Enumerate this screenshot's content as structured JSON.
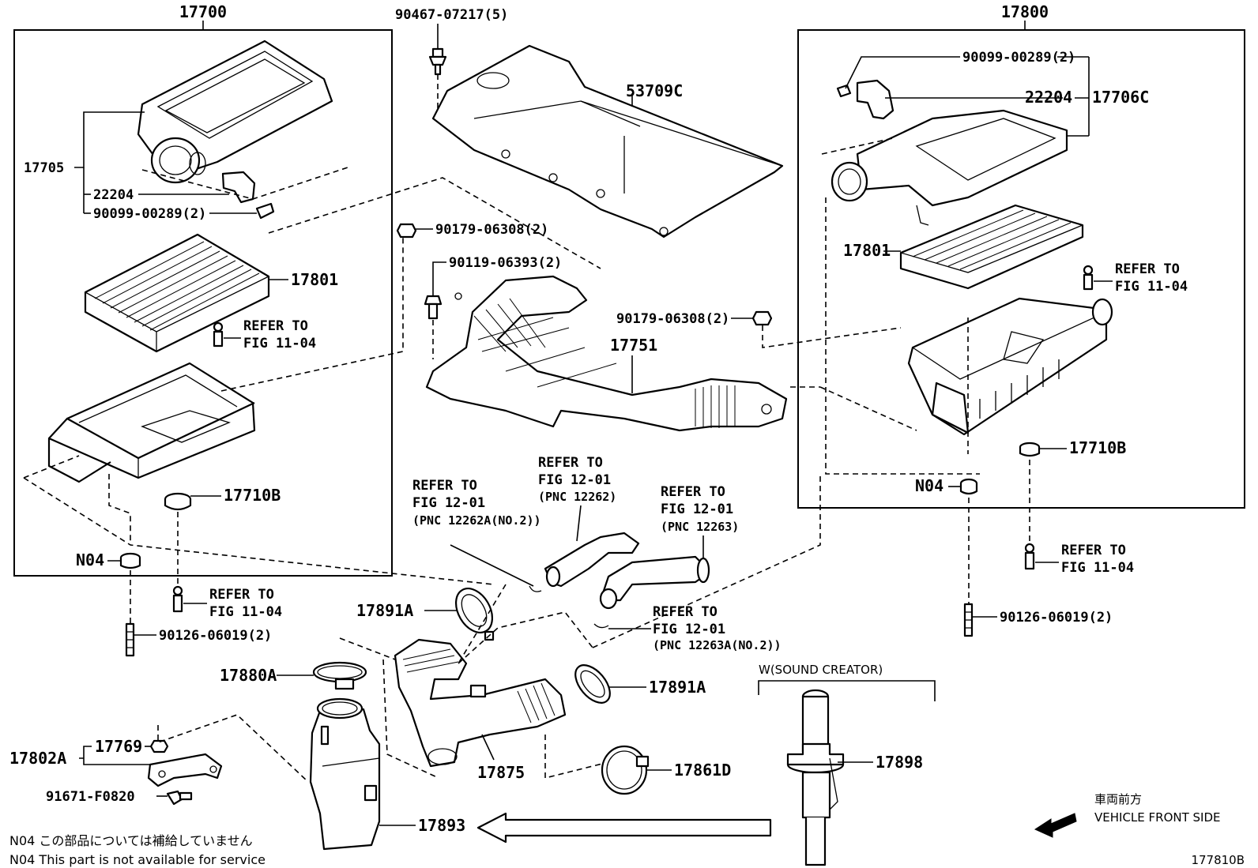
{
  "groups": {
    "left_assy": "17700",
    "right_assy": "17800"
  },
  "left": {
    "cover": "17705",
    "sensor": "22204",
    "screw": "90099-00289(2)",
    "element": "17801",
    "refer1": [
      "REFER TO",
      "FIG 11-04"
    ],
    "grommet": "17710B",
    "n04": "N04",
    "refer2": [
      "REFER TO",
      "FIG 11-04"
    ],
    "stud": "90126-06019(2)"
  },
  "center": {
    "clip_top": "90467-07217(5)",
    "cover_part": "53709C",
    "nut1": "90179-06308(2)",
    "bolt": "90119-06393(2)",
    "nut2": "90179-06308(2)",
    "duct": "17751"
  },
  "right": {
    "screw": "90099-00289(2)",
    "sensor": "22204",
    "cover": "17706C",
    "element": "17801",
    "refer1": [
      "REFER TO",
      "FIG 11-04"
    ],
    "grommet": "17710B",
    "n04": "N04",
    "refer2": [
      "REFER TO",
      "FIG 11-04"
    ],
    "stud": "90126-06019(2)"
  },
  "hoses": {
    "ref_a": [
      "REFER TO",
      "FIG 12-01",
      "(PNC 12262A(NO.2))"
    ],
    "ref_b": [
      "REFER TO",
      "FIG 12-01",
      "(PNC 12262)"
    ],
    "ref_c": [
      "REFER TO",
      "FIG 12-01",
      "(PNC 12263)"
    ],
    "ref_d": [
      "REFER TO",
      "FIG 12-01",
      "(PNC 12263A(NO.2))"
    ],
    "clamp_l": "17891A",
    "clamp_r": "17891A",
    "clamp_big": "17880A",
    "inlet": "17875",
    "band": "17861D",
    "resonator": "17893"
  },
  "bracket": {
    "assy": "17802A",
    "nut": "17769",
    "bolt": "91671-F0820"
  },
  "sound": {
    "header": "W(SOUND CREATOR)",
    "part": "17898"
  },
  "notes": {
    "n04_jp": "N04  この部品については補給していません",
    "n04_en": "N04  This part is not available for service"
  },
  "front": {
    "jp": "車両前方",
    "en": "VEHICLE FRONT SIDE"
  },
  "figure_id": "177810B"
}
